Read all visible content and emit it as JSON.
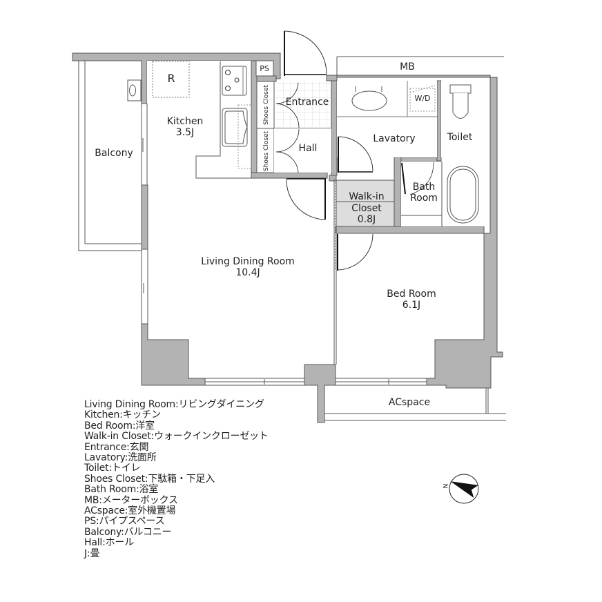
{
  "rooms": {
    "balcony": {
      "name": "Balcony"
    },
    "kitchen": {
      "name": "Kitchen",
      "area": "3.5J"
    },
    "refrigerator": {
      "mark": "R"
    },
    "ps": {
      "name": "PS"
    },
    "mb": {
      "name": "MB"
    },
    "entrance": {
      "name": "Entrance"
    },
    "hall": {
      "name": "Hall"
    },
    "shoes_closet_upper": {
      "name": "Shoes Closet"
    },
    "shoes_closet_lower": {
      "name": "Shoes Closet"
    },
    "lavatory": {
      "name": "Lavatory"
    },
    "washer_dryer": {
      "mark": "W/D"
    },
    "toilet": {
      "name": "Toilet"
    },
    "bath_room": {
      "line1": "Bath",
      "line2": "Room"
    },
    "walk_in_closet": {
      "line1": "Walk-in",
      "line2": "Closet",
      "area": "0.8J"
    },
    "living_dining": {
      "name": "Living Dining Room",
      "area": "10.4J"
    },
    "bed_room": {
      "name": "Bed Room",
      "area": "6.1J"
    },
    "acspace": {
      "name": "ACspace"
    }
  },
  "compass": {
    "north_label": "N"
  },
  "legend": [
    "Living Dining Room:リビングダイニング",
    "Kitchen:キッチン",
    "Bed Room:洋室",
    "Walk-in Closet:ウォークインクローゼット",
    "Entrance:玄関",
    "Lavatory:洗面所",
    "Toilet:トイレ",
    "Shoes Closet:下駄箱・下足入",
    "Bath Room:浴室",
    "MB:メーターボックス",
    "ACspace:室外機置場",
    "PS:パイプスペース",
    "Balcony:バルコニー",
    "Hall:ホール",
    "J:畳"
  ],
  "colors": {
    "wall": "#b3b3b3",
    "wall_stroke": "#555555",
    "closet_fill": "#dddddd",
    "tile": "#d4d4d4"
  }
}
